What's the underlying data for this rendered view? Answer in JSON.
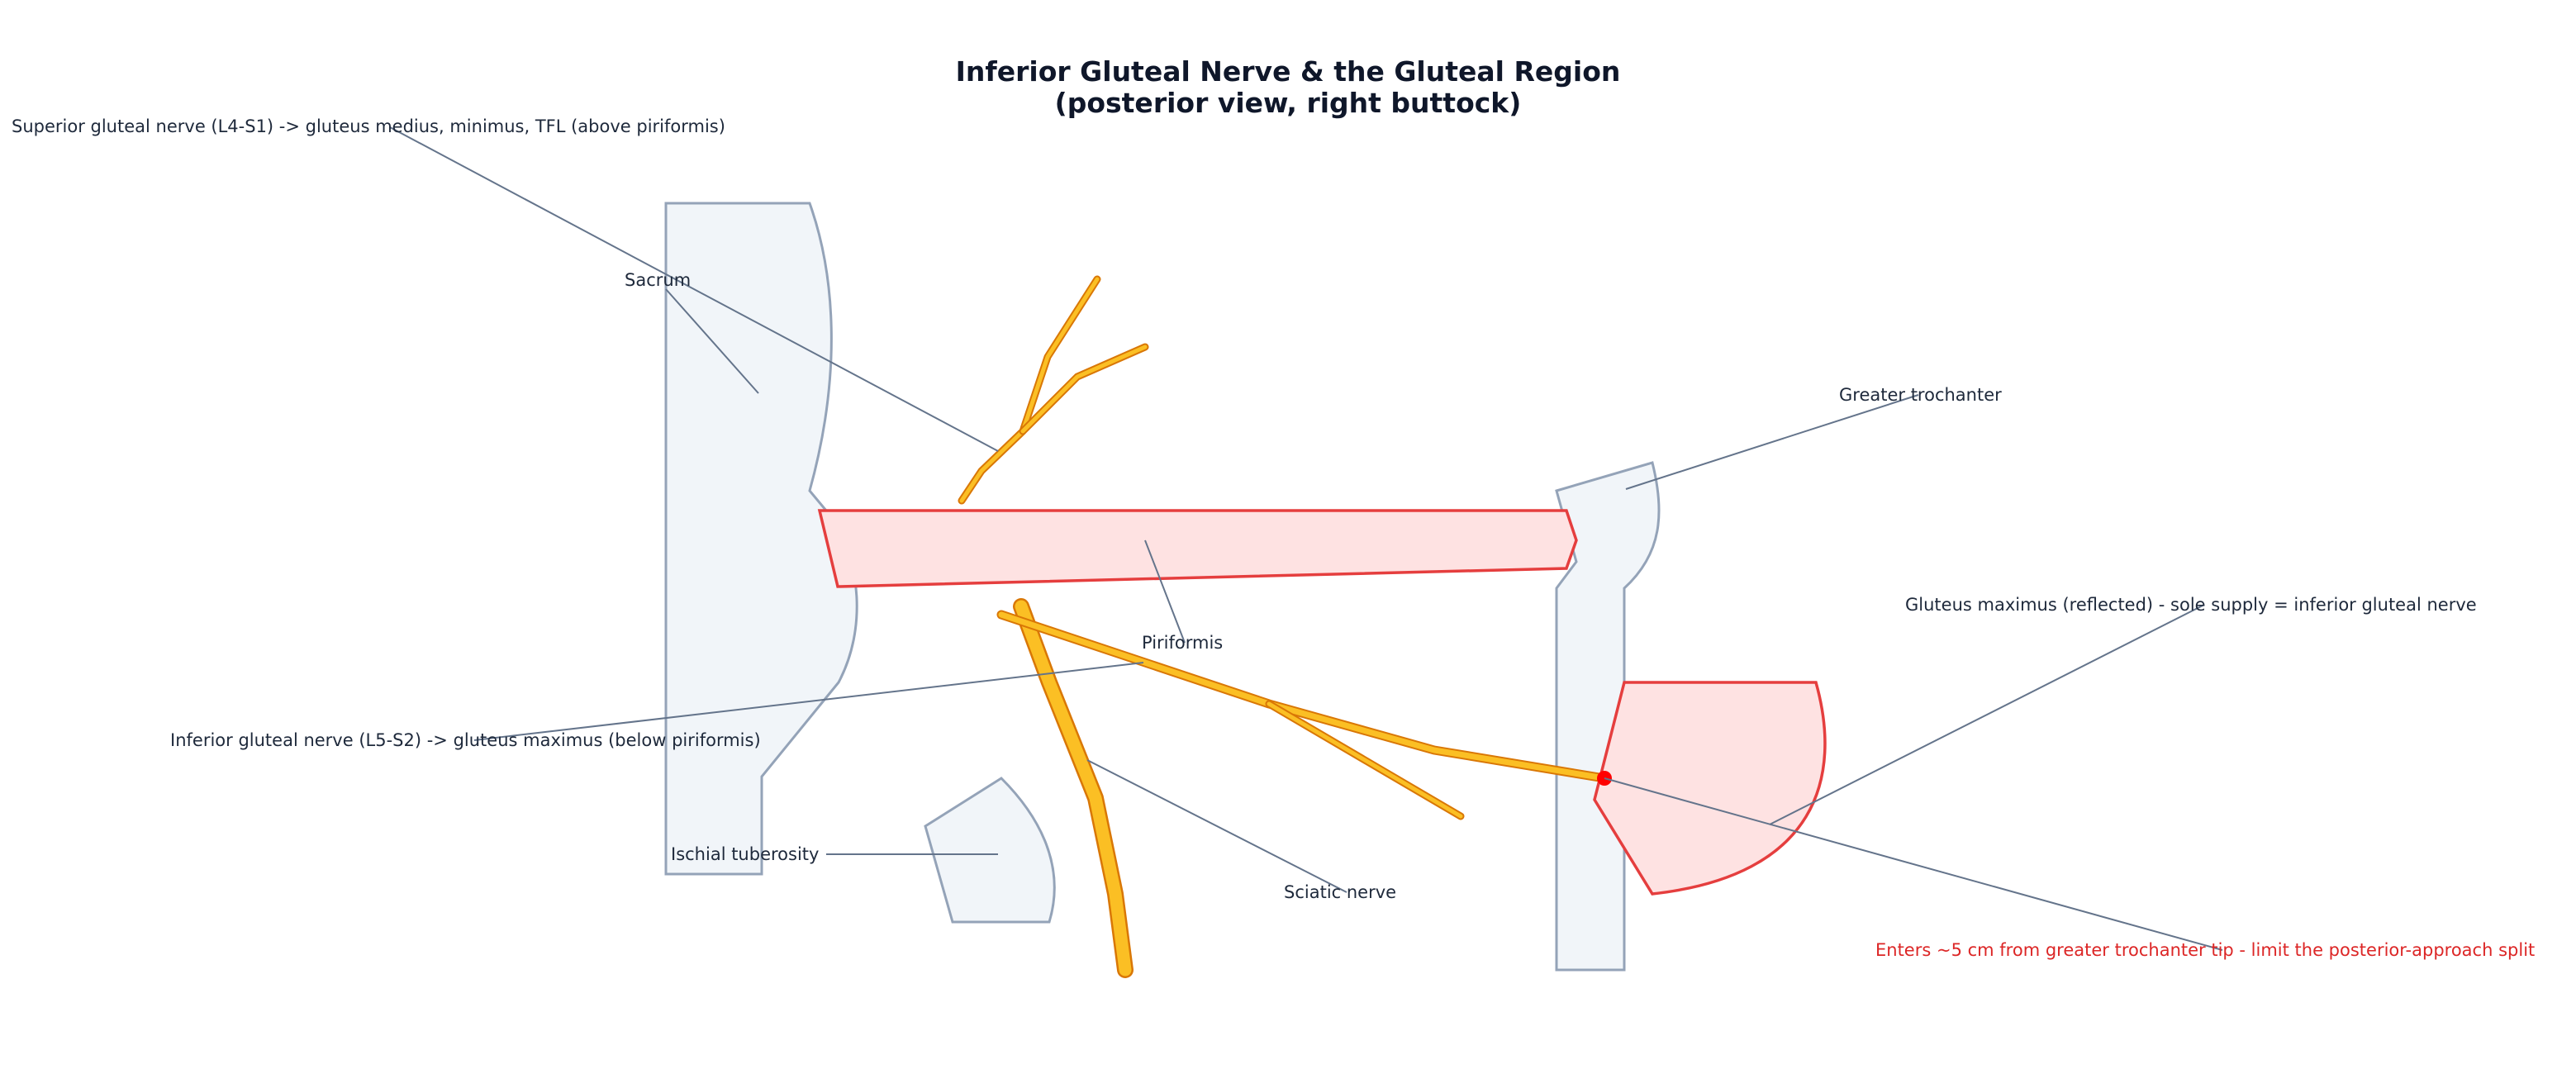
{
  "title": {
    "line1": "Inferior Gluteal Nerve & the Gluteal Region",
    "line2": "(posterior view, right buttock)"
  },
  "labels": {
    "superior_gluteal_nerve": "Superior gluteal nerve (L4-S1) -> gluteus medius, minimus, TFL (above piriformis)",
    "sacrum": "Sacrum",
    "greater_trochanter": "Greater trochanter",
    "piriformis": "Piriformis",
    "gluteus_maximus": "Gluteus maximus (reflected) - sole supply = inferior gluteal nerve",
    "inferior_gluteal_nerve": "Inferior gluteal nerve (L5-S2) -> gluteus maximus (below piriformis)",
    "ischial_tuberosity": "Ischial tuberosity",
    "sciatic_nerve": "Sciatic nerve",
    "entry_note": "Enters ~5 cm from greater trochanter tip - limit the posterior-approach split"
  },
  "colors": {
    "bone_fill": "#f1f5f9",
    "bone_stroke": "#94a3b8",
    "muscle_fill": "#fee2e2",
    "muscle_stroke": "#e53e3e",
    "nerve": "#fbbf24",
    "nerve_edge": "#d97706",
    "leader": "#64748b",
    "entry_point": "#ff0000",
    "warning_text": "#dc2626"
  }
}
